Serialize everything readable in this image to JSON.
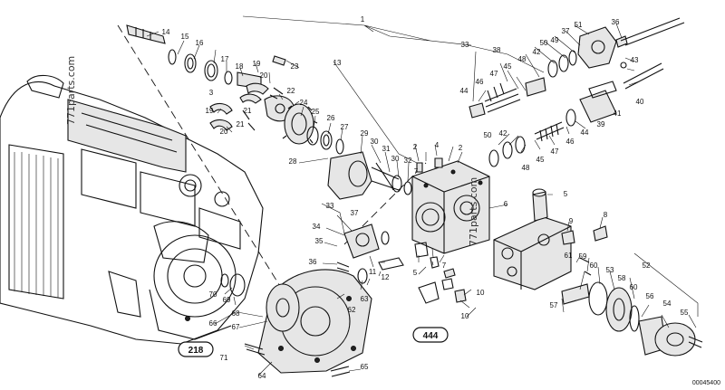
{
  "diagram": {
    "drawing_number": "00045400",
    "watermark": "771parts.com",
    "reference_badges": [
      "218",
      "444"
    ],
    "part_labels": [
      "1",
      "2",
      "3",
      "4",
      "5",
      "6",
      "7",
      "8",
      "9",
      "10",
      "11",
      "12",
      "13",
      "14",
      "15",
      "16",
      "17",
      "18",
      "19",
      "20",
      "21",
      "22",
      "23",
      "24",
      "25",
      "26",
      "27",
      "28",
      "29",
      "30",
      "31",
      "32",
      "33",
      "34",
      "35",
      "36",
      "37",
      "38",
      "39",
      "40",
      "41",
      "42",
      "43",
      "44",
      "45",
      "46",
      "47",
      "48",
      "49",
      "50",
      "51",
      "52",
      "53",
      "54",
      "55",
      "56",
      "57",
      "58",
      "59",
      "60",
      "61",
      "62",
      "63",
      "64",
      "65",
      "66",
      "67",
      "68",
      "69",
      "70",
      "71"
    ]
  }
}
